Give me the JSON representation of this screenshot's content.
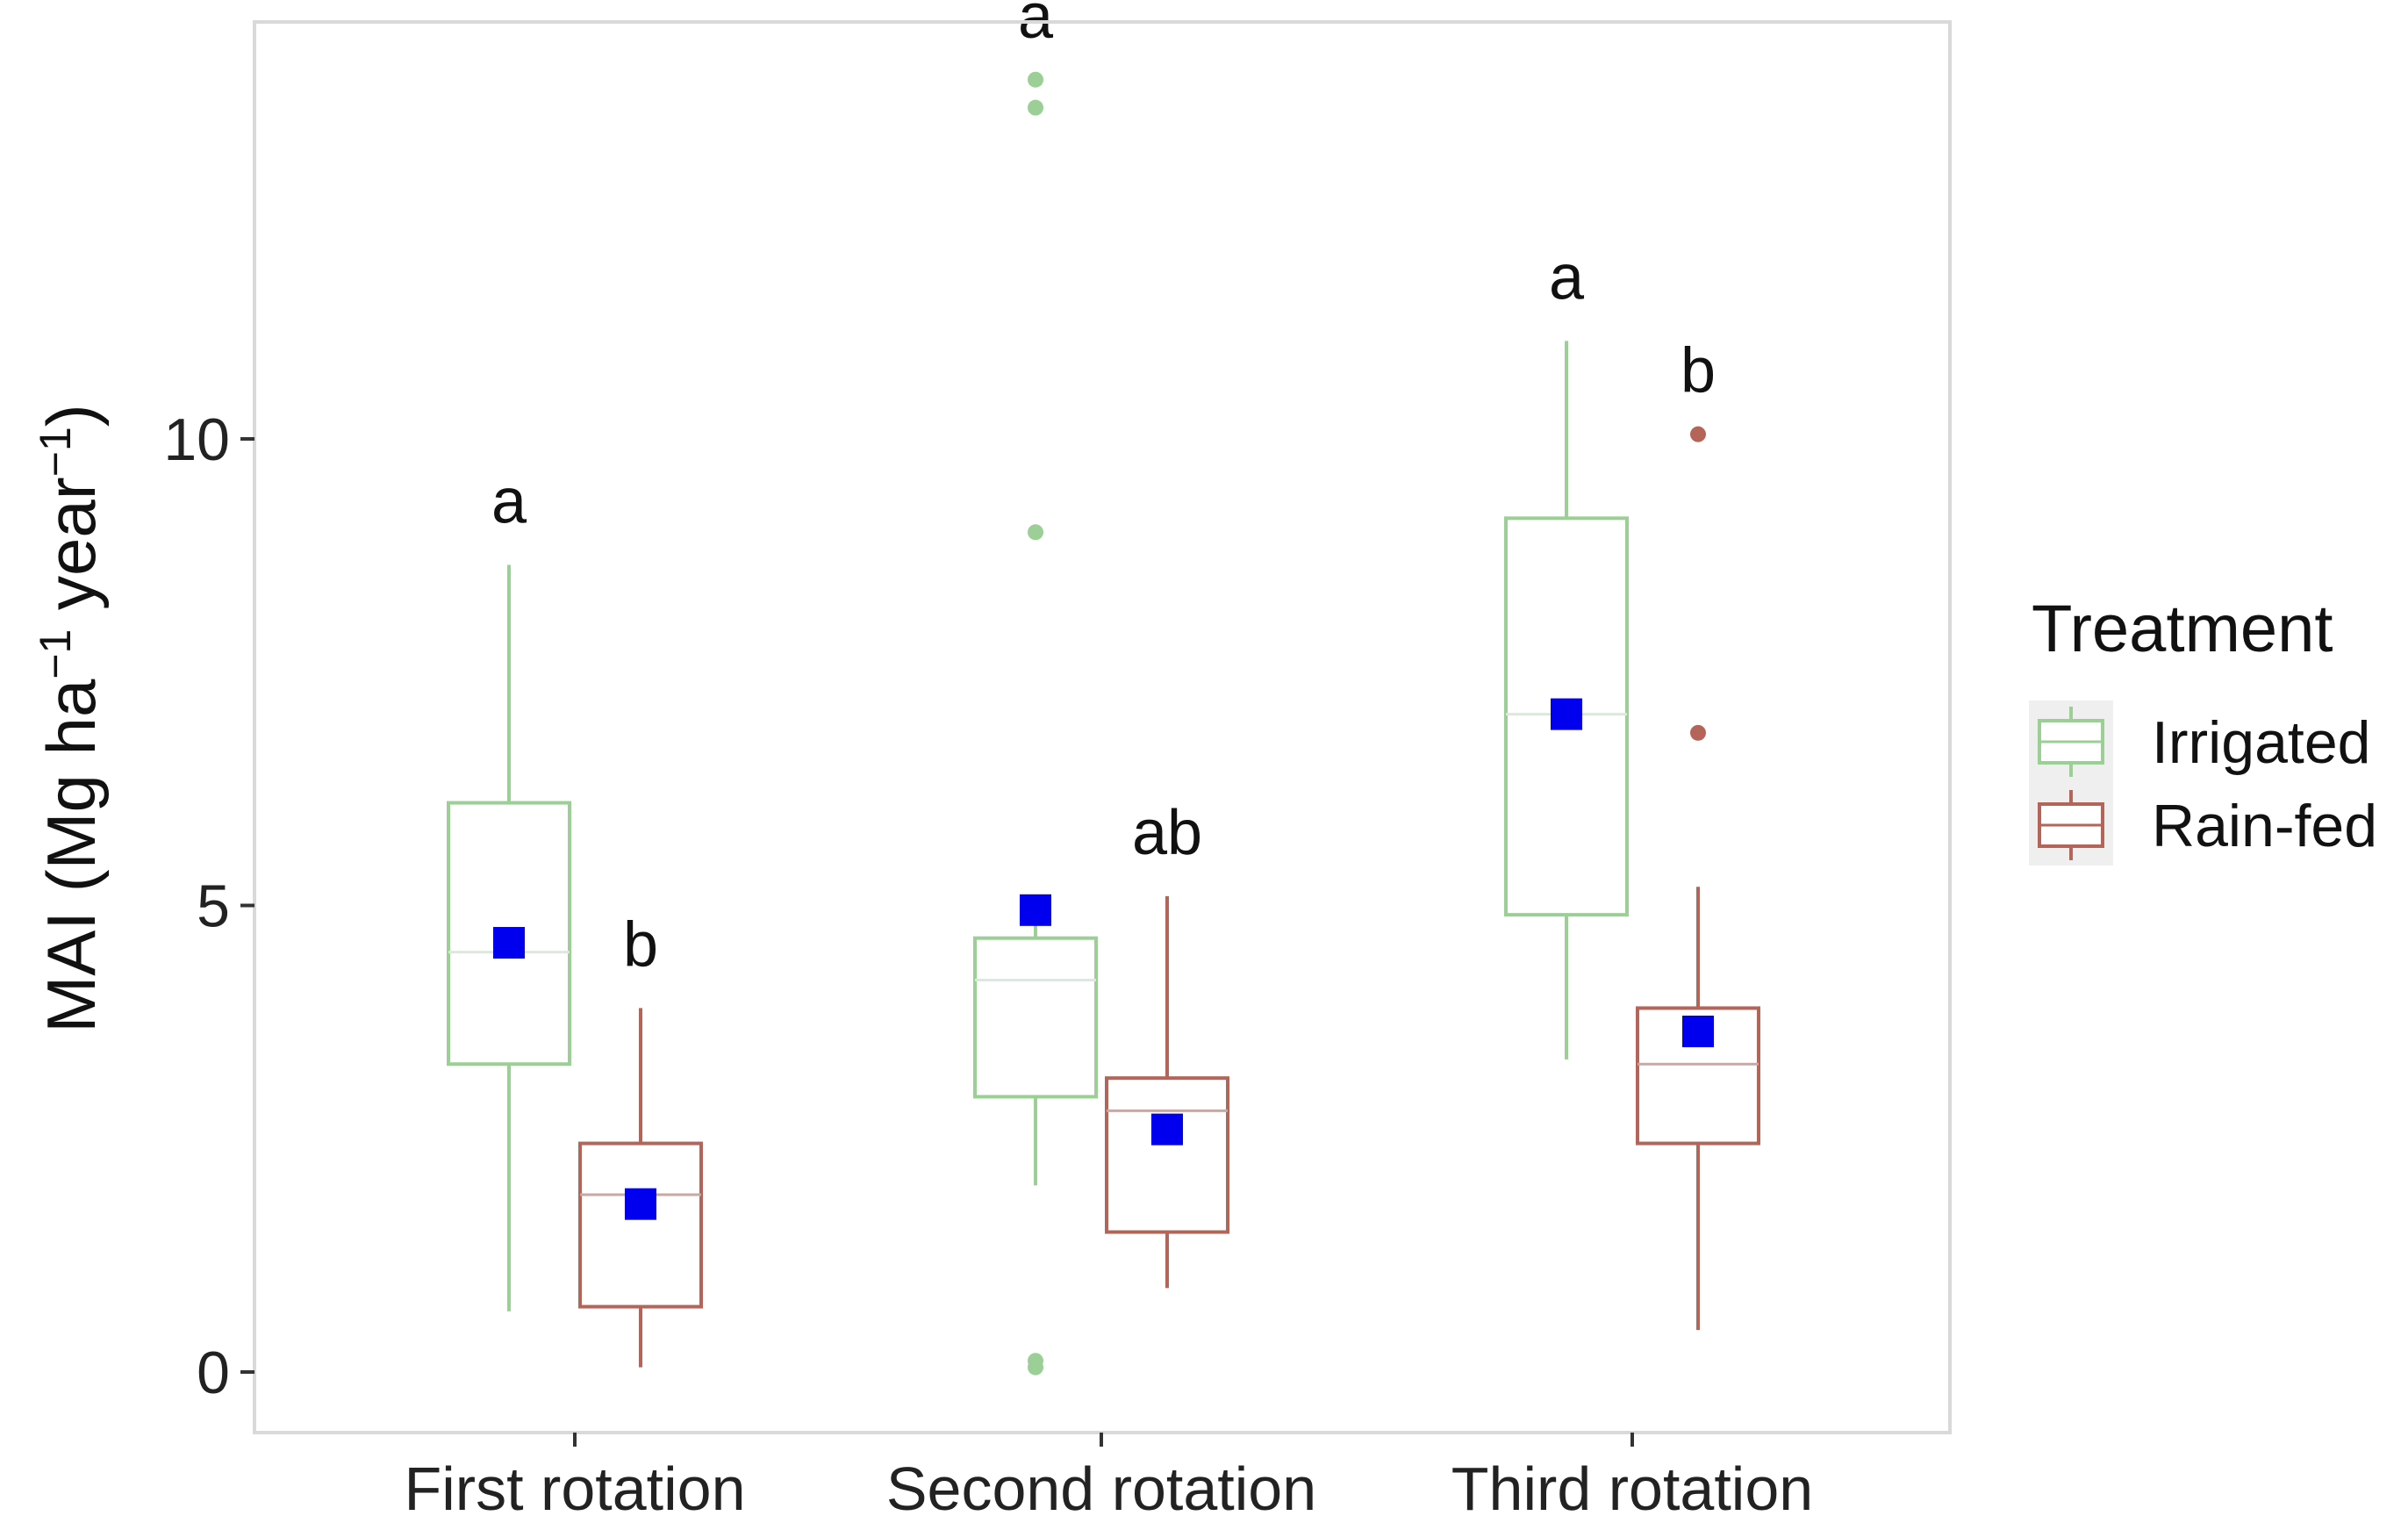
{
  "chart_data": {
    "type": "box",
    "title": "",
    "xlabel": "",
    "ylabel": {
      "prefix": "MAI (Mg  ha",
      "exp1": "−1",
      "middle": " year",
      "exp2": "−1",
      "suffix": ")"
    },
    "ylim": [
      -0.5,
      14.6
    ],
    "yticks": [
      0,
      5,
      10
    ],
    "categories": [
      "First rotation",
      "Second rotation",
      "Third rotation"
    ],
    "legend": {
      "title": "Treatment",
      "position": "right",
      "entries": [
        "Irrigated",
        "Rain-fed"
      ]
    },
    "grid": false,
    "mean_marker_color": "#0000ee",
    "series": [
      {
        "name": "Irrigated",
        "color": "#9bcf96",
        "boxes": [
          {
            "category": "First rotation",
            "whisker_low": 0.65,
            "q1": 3.3,
            "median": 4.5,
            "q3": 6.1,
            "whisker_high": 8.65,
            "mean": 4.6,
            "outliers": [],
            "letter": "a"
          },
          {
            "category": "Second rotation",
            "whisker_low": 2.0,
            "q1": 2.95,
            "median": 4.2,
            "q3": 4.65,
            "whisker_high": 5.0,
            "mean": 4.95,
            "outliers": [
              0.05,
              0.12,
              9.0,
              13.55,
              13.85
            ],
            "letter": "a"
          },
          {
            "category": "Third rotation",
            "whisker_low": 3.35,
            "q1": 4.9,
            "median": 7.05,
            "q3": 9.15,
            "whisker_high": 11.05,
            "mean": 7.05,
            "outliers": [],
            "letter": "a"
          }
        ]
      },
      {
        "name": "Rain-fed",
        "color": "#b5645a",
        "boxes": [
          {
            "category": "First rotation",
            "whisker_low": 0.05,
            "q1": 0.7,
            "median": 1.9,
            "q3": 2.45,
            "whisker_high": 3.9,
            "mean": 1.8,
            "outliers": [],
            "letter": "b"
          },
          {
            "category": "Second rotation",
            "whisker_low": 0.9,
            "q1": 1.5,
            "median": 2.8,
            "q3": 3.15,
            "whisker_high": 5.1,
            "mean": 2.6,
            "outliers": [],
            "letter": "ab"
          },
          {
            "category": "Third rotation",
            "whisker_low": 0.45,
            "q1": 2.45,
            "median": 3.3,
            "q3": 3.9,
            "whisker_high": 5.2,
            "mean": 3.65,
            "outliers": [
              6.85,
              10.05
            ],
            "letter": "b"
          }
        ]
      }
    ]
  }
}
